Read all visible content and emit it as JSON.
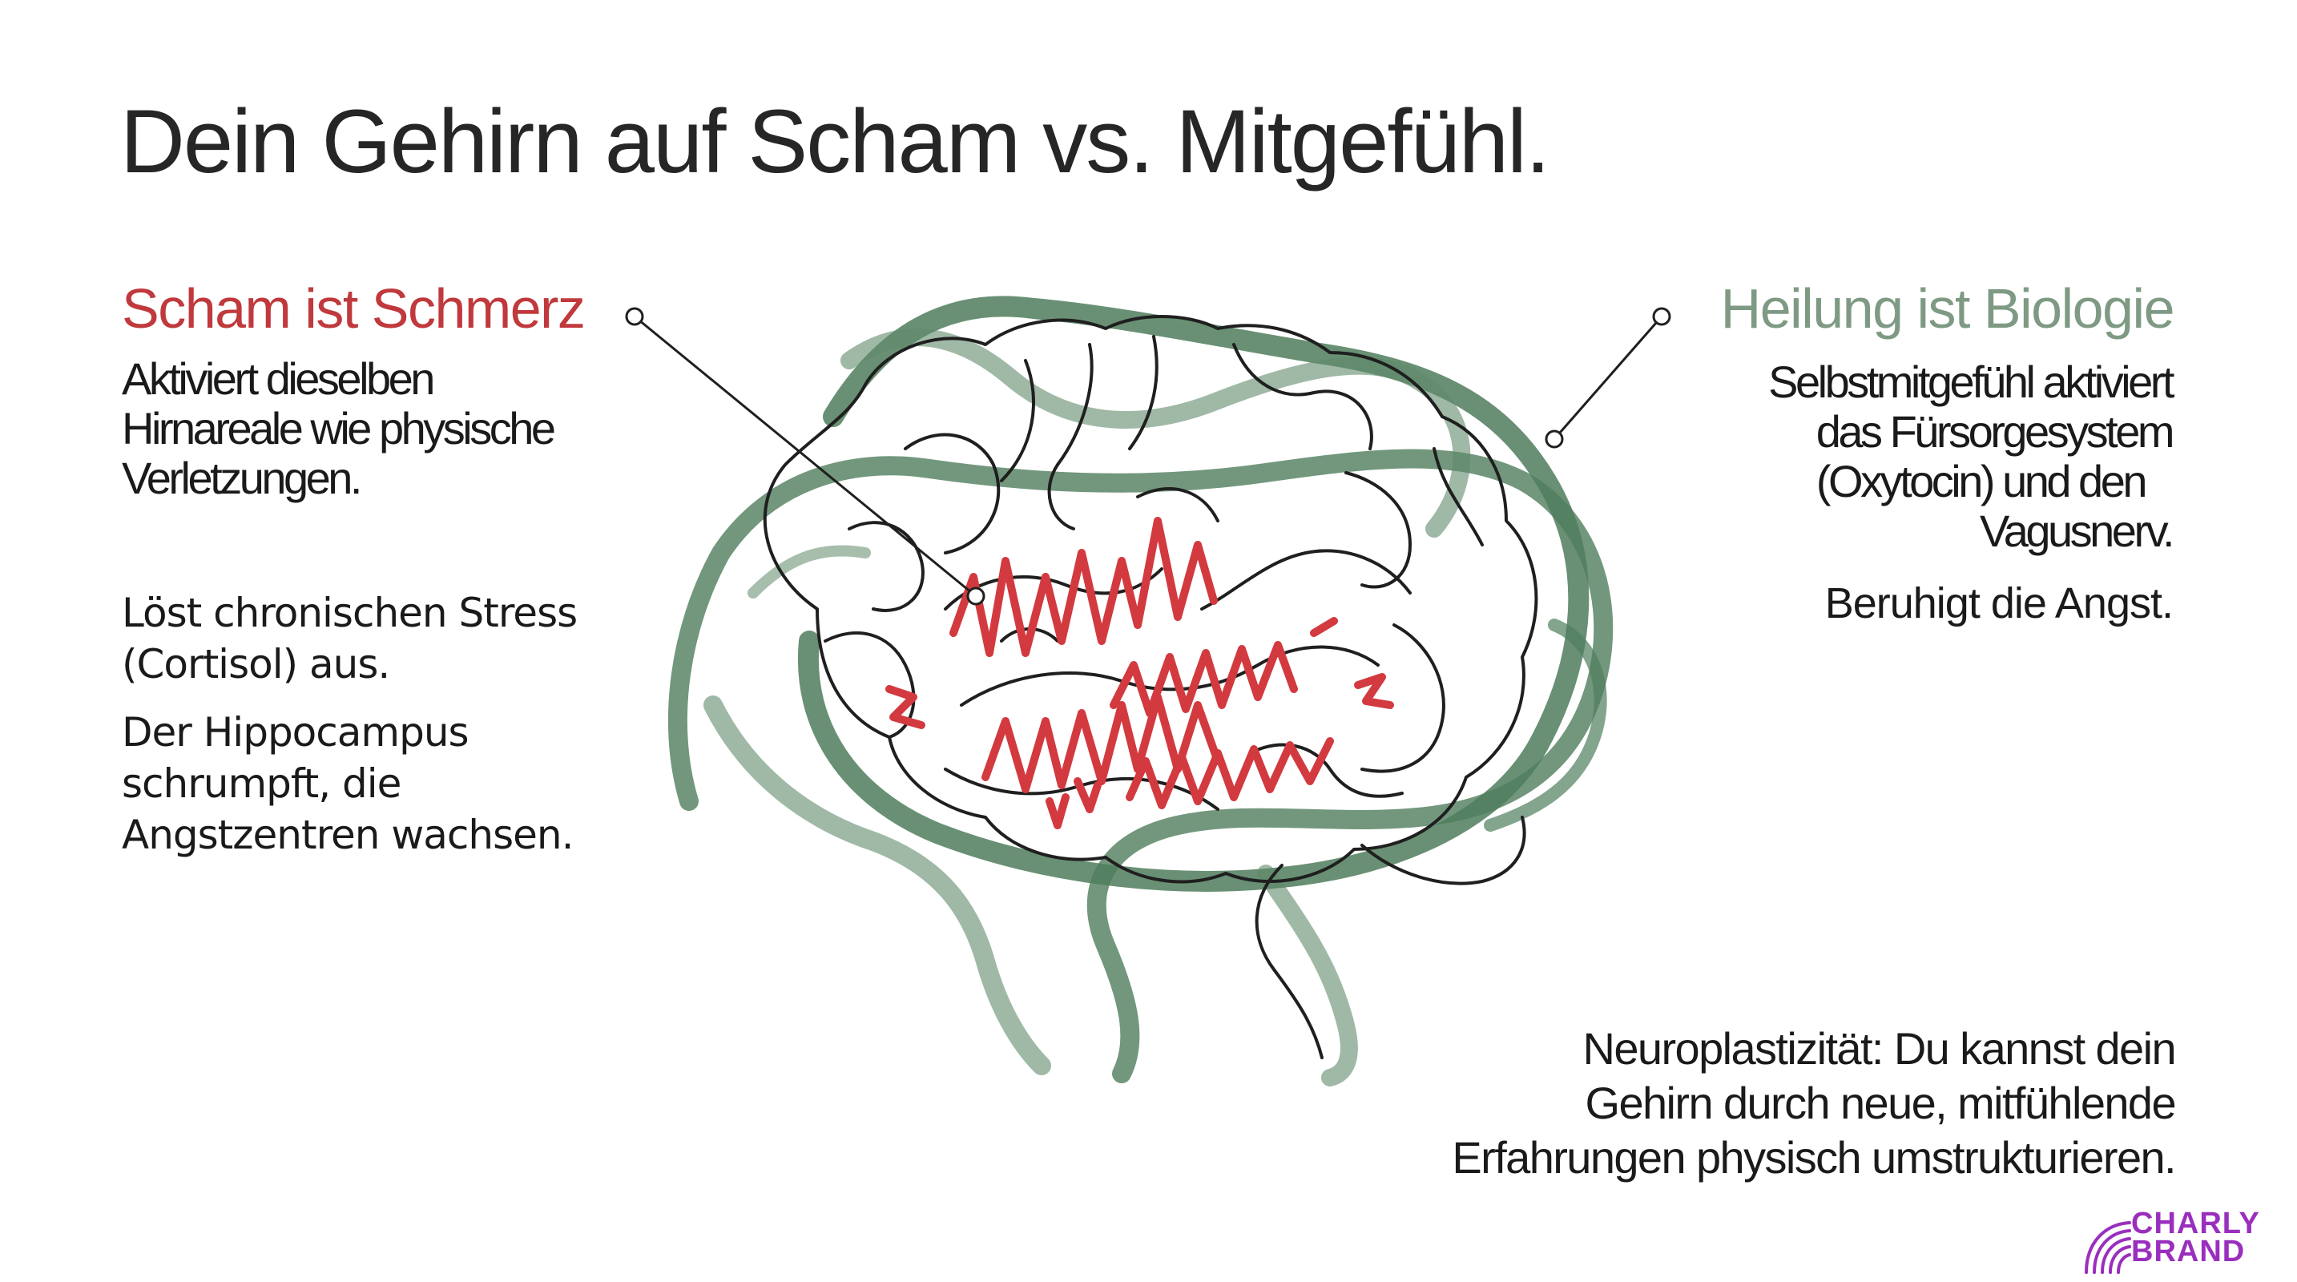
{
  "title": "Dein Gehirn auf Scham vs. Mitgefühl.",
  "colors": {
    "shame": "#c0393c",
    "healing": "#7e9a84",
    "brain_outline": "#1f1f1f",
    "green_strand": "#4f7d5c",
    "logo": "#9a2fbe"
  },
  "shame": {
    "heading": "Scham ist Schmerz",
    "description": [
      "Aktiviert dieselben",
      "Hirnareale wie physische",
      "Verletzungen."
    ],
    "stress": [
      "Löst chronischen Stress",
      "(Cortisol) aus."
    ],
    "hippocampus": [
      "Der Hippocampus",
      "schrumpft, die",
      "Angstzentren wachsen."
    ]
  },
  "healing": {
    "heading": "Heilung ist Biologie",
    "description": [
      "Selbstmitgefühl aktiviert",
      "das Fürsorgesystem",
      "(Oxytocin) und den",
      "Vagusnerv."
    ],
    "calm": "Beruhigt die Angst."
  },
  "neuroplasticity": [
    "Neuroplastizität: Du kannst dein",
    "Gehirn durch neue, mitfühlende",
    "Erfahrungen physisch umstrukturieren."
  ],
  "logo": {
    "line1": "CHARLY",
    "line2": "BRAND"
  }
}
